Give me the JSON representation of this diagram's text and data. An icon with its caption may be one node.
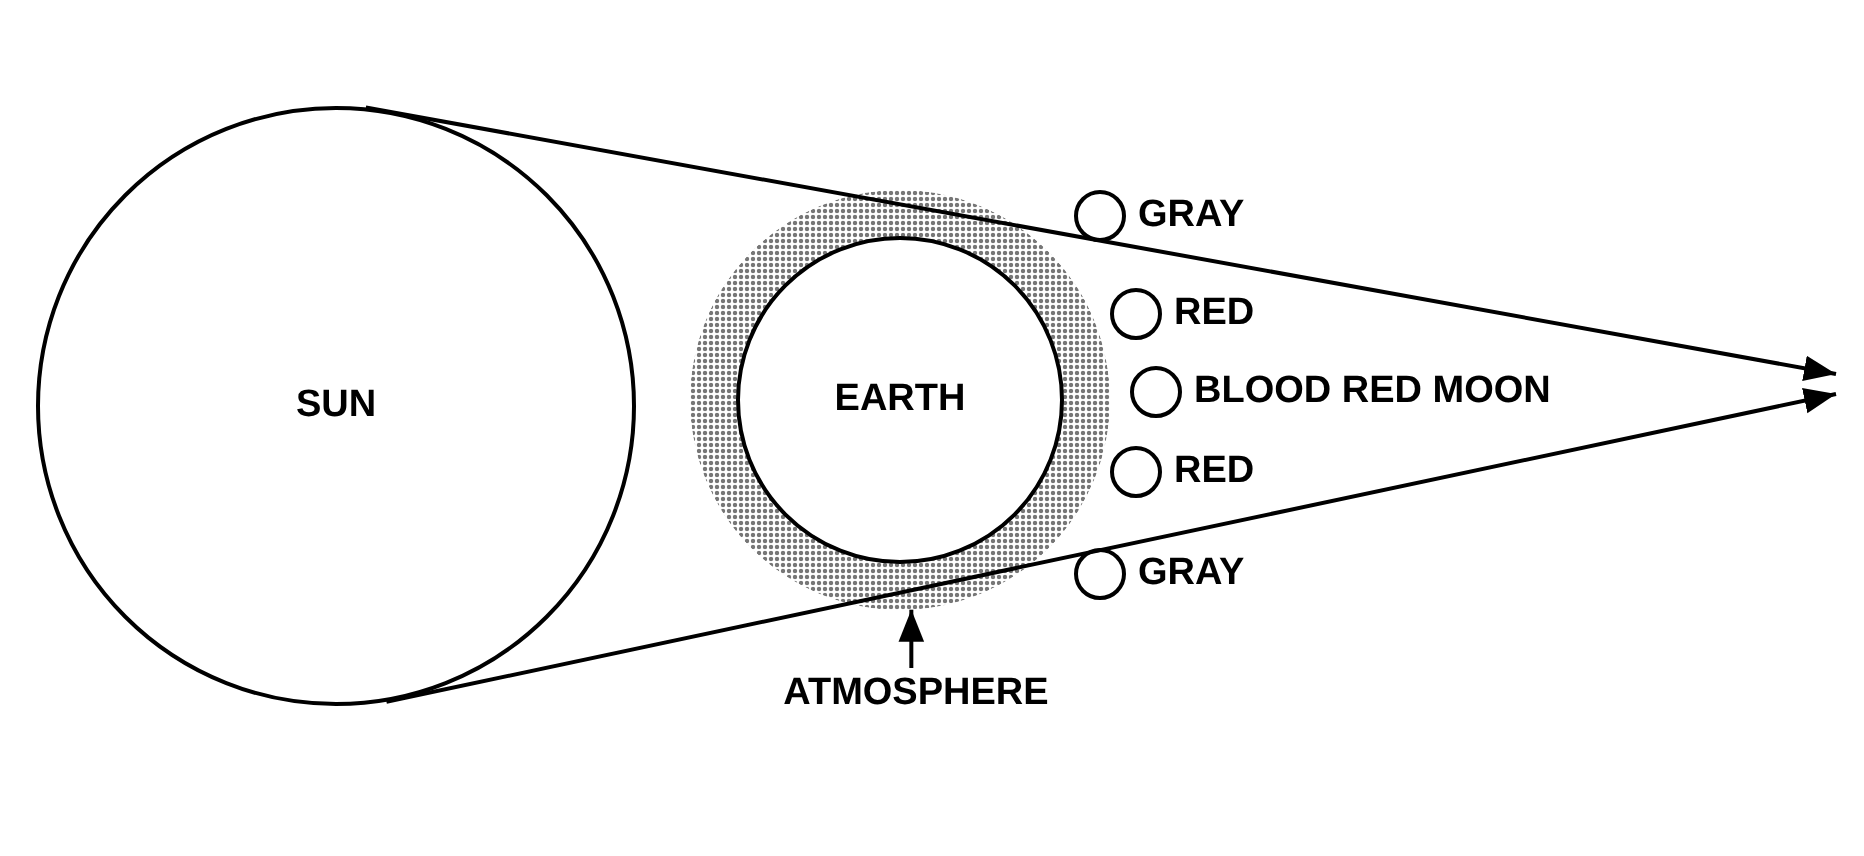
{
  "diagram": {
    "nodes": [
      {
        "text": [
          "SUN"
        ]
      },
      {
        "text": [],
        "shape": "circle"
      },
      {
        "text": [
          "EARTH"
        ],
        "in": 1
      },
      {
        "text": [],
        "shape": "circle",
        "beside": [
          "GRAY"
        ]
      },
      {
        "text": [],
        "shape": "circle",
        "beside": [
          "RED"
        ]
      },
      {
        "text": [],
        "shape": "circle",
        "beside": [
          "BLOOD RED MOON"
        ]
      },
      {
        "text": [],
        "shape": "circle",
        "beside": [
          "RED"
        ]
      },
      {
        "text": [],
        "shape": "circle",
        "beside": [
          "GRAY"
        ]
      },
      {
        "text": [
          "ATMOSPHERE"
        ]
      }
    ],
    "edges": [
      {
        "from": 0,
        "to": null,
        "arrow": "to"
      },
      {
        "from": 0,
        "to": null,
        "arrow": "to"
      },
      {
        "from": 8,
        "to": 1,
        "arrow": "to"
      }
    ]
  }
}
